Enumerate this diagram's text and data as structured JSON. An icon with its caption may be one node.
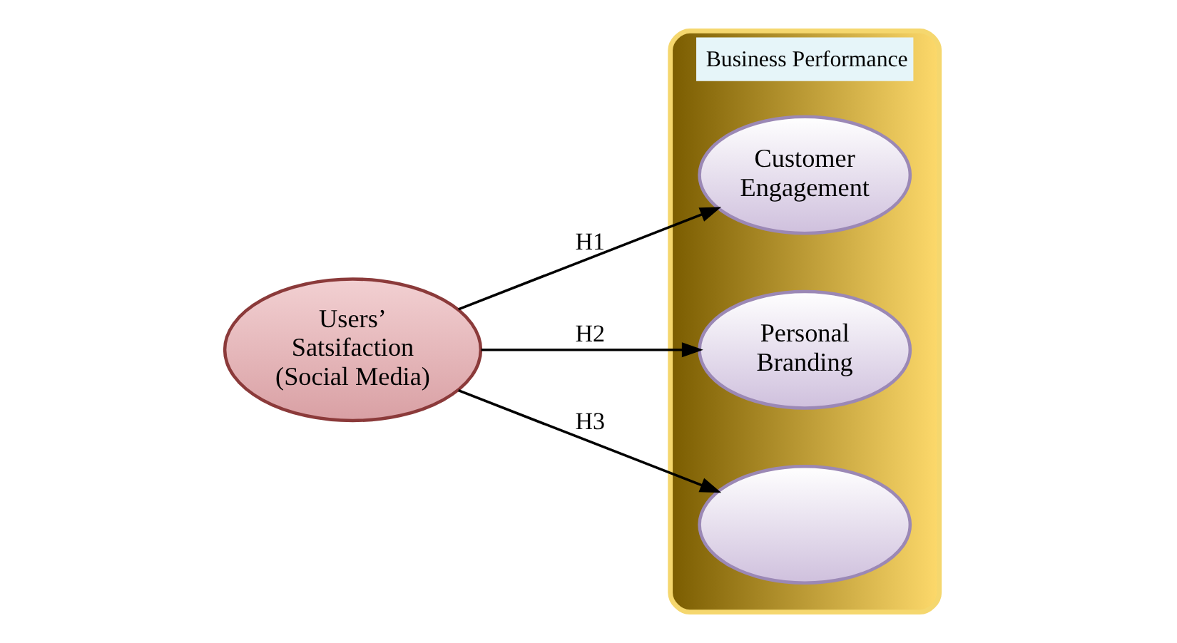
{
  "diagram": {
    "nodes": [
      {
        "text": [
          "Users’ Satsifaction (Social Media)"
        ]
      },
      {
        "text": [
          "Business Performance"
        ]
      },
      {
        "text": [
          "Customer Engagement"
        ],
        "in": 1
      },
      {
        "text": [
          "Personal Branding"
        ],
        "in": 1
      },
      {
        "text": [],
        "shape": "ellipse",
        "in": 1
      }
    ],
    "edges": [
      {
        "from": 0,
        "to": 2,
        "arrow": "to",
        "label": "H1"
      },
      {
        "from": 0,
        "to": 3,
        "arrow": "to",
        "label": "H2"
      },
      {
        "from": 0,
        "to": 4,
        "arrow": "to",
        "label": "H3"
      }
    ]
  }
}
